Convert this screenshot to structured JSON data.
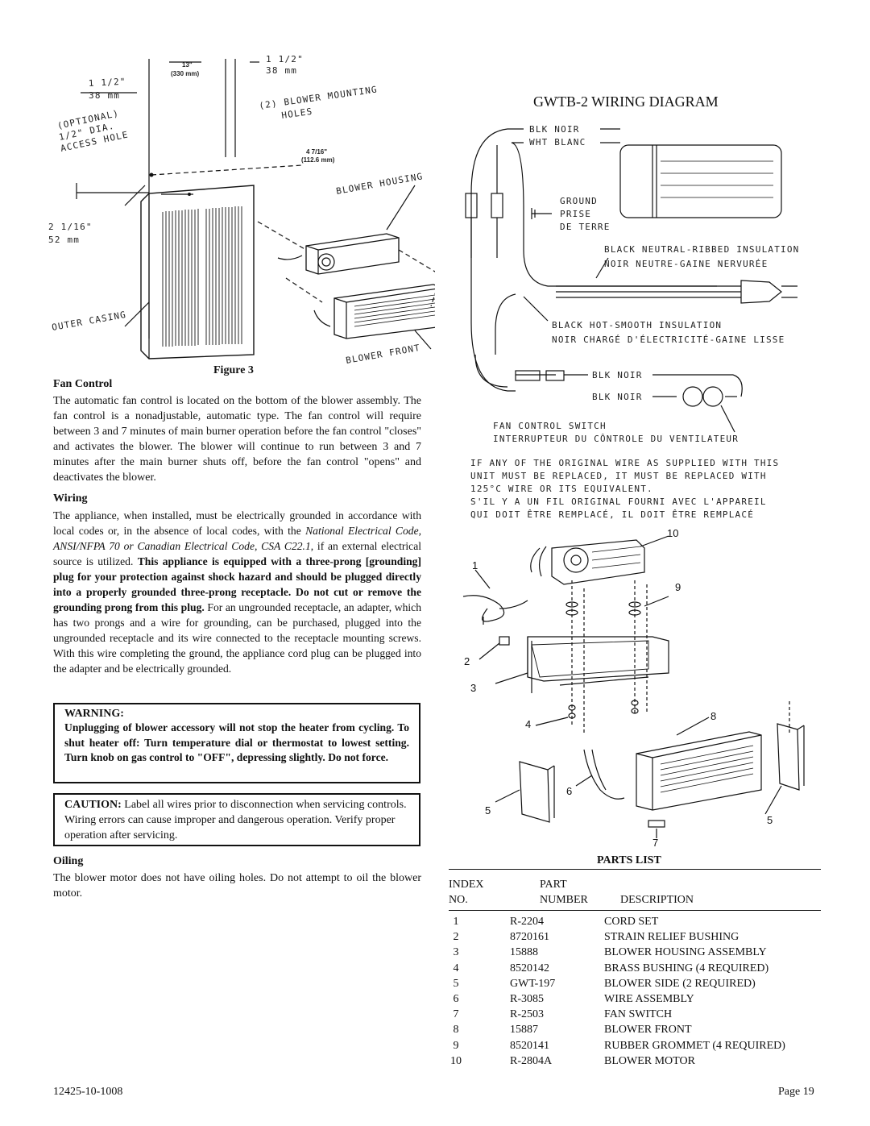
{
  "figure3": {
    "caption": "Figure 3",
    "dims": {
      "width_in": "13\"",
      "width_mm": "(330 mm)",
      "right_in": "1 1/2\"",
      "right_mm": "38 mm",
      "left_in": "1 1/2\"",
      "left_mm": "38 mm",
      "mount_holes_1": "(2) BLOWER MOUNTING",
      "mount_holes_2": "HOLES",
      "access_1": "(OPTIONAL)",
      "access_2": "1/2\" DIA.",
      "access_3": "ACCESS HOLE",
      "height_in": "4 7/16\"",
      "height_mm": "(112.6 mm)",
      "bottom_in": "2 1/16\"",
      "bottom_mm": "52 mm",
      "blower_housing": "BLOWER HOUSING",
      "outer_casing": "OUTER CASING",
      "blower_front": "BLOWER FRONT"
    }
  },
  "fan_control": {
    "heading": "Fan Control",
    "text": "The automatic fan control is located on the bottom of the blower assembly. The fan control is a nonadjustable, automatic type. The fan control will require between 3 and 7 minutes of main burner operation before the fan control \"closes\" and activates the blower. The blower will continue to run between 3 and 7 minutes after the main burner shuts off, before the fan control \"opens\" and deactivates the blower."
  },
  "wiring": {
    "heading": "Wiring",
    "text_1": "The appliance, when installed, must be electrically grounded in accordance with local codes or, in the absence of local codes, with the ",
    "text_italic": "National Electrical Code, ANSI/NFPA 70 or Canadian Electrical Code, CSA C22.1",
    "text_2": ", if an external electrical source is utilized. ",
    "text_bold": "This appliance is equipped with a three-prong [grounding] plug for your protection against shock hazard and should be plugged directly into a properly grounded three-prong receptacle. Do not cut or remove the grounding prong from this plug.",
    "text_3": " For an ungrounded receptacle, an adapter, which has two prongs and a wire for grounding, can be purchased, plugged into the ungrounded receptacle and its wire connected to the receptacle mounting screws. With this wire completing the ground, the appliance cord plug can be plugged into the adapter and be electrically grounded."
  },
  "warning": {
    "title": "WARNING:",
    "text": "Unplugging of blower accessory will not stop the heater from cycling. To shut heater off: Turn temperature dial or thermostat to lowest setting. Turn knob on gas control to \"OFF\", depressing slightly. Do not force."
  },
  "caution": {
    "label": "CAUTION:",
    "text": " Label all wires prior to disconnection when servicing controls. Wiring errors can cause improper and dangerous operation. Verify proper operation after servicing."
  },
  "oiling": {
    "heading": "Oiling",
    "text": "The blower motor does not have oiling holes. Do not attempt to oil the blower motor."
  },
  "wiring_diagram": {
    "title": "GWTB-2 WIRING DIAGRAM",
    "blk_noir": "BLK  NOIR",
    "wht_blanc": "WHT  BLANC",
    "ground_1": "GROUND",
    "ground_2": "PRISE",
    "ground_3": "DE TERRE",
    "black_neutral_1": "BLACK NEUTRAL-RIBBED INSULATION",
    "black_neutral_2": "NOIR NEUTRE-GAINE NERVURÉE",
    "black_hot_1": "BLACK HOT-SMOOTH INSULATION",
    "black_hot_2": "NOIR CHARGÉ D'ÉLECTRICITÉ-GAINE LISSE",
    "blk_noir_2": "BLK  NOIR",
    "blk_noir_3": "BLK  NOIR",
    "fan_switch_1": "FAN CONTROL SWITCH",
    "fan_switch_2": "INTERRUPTEUR DU CÔNTROLE DU VENTILATEUR",
    "notice_1": "IF ANY OF THE ORIGINAL WIRE AS SUPPLIED WITH THIS",
    "notice_2": "UNIT MUST BE REPLACED, IT MUST BE REPLACED WITH",
    "notice_3": "125°C WIRE OR ITS EQUIVALENT.",
    "notice_4": "S'IL Y A UN FIL ORIGINAL FOURNI AVEC L'APPAREIL",
    "notice_5": "QUI DOIT ÊTRE REMPLACÉ, IL DOIT ÊTRE REMPLACÉ"
  },
  "exploded_view": {
    "callouts": [
      "1",
      "2",
      "3",
      "4",
      "5",
      "6",
      "7",
      "8",
      "9",
      "10",
      "5"
    ]
  },
  "parts_list": {
    "title": "PARTS LIST",
    "headers": {
      "index_1": "INDEX",
      "index_2": "NO.",
      "part_1": "PART",
      "part_2": "NUMBER",
      "desc": "DESCRIPTION"
    },
    "rows": [
      {
        "index": "1",
        "part": "R-2204",
        "desc": "CORD SET"
      },
      {
        "index": "2",
        "part": "8720161",
        "desc": "STRAIN RELIEF BUSHING"
      },
      {
        "index": "3",
        "part": "15888",
        "desc": "BLOWER HOUSING ASSEMBLY"
      },
      {
        "index": "4",
        "part": "8520142",
        "desc": "BRASS BUSHING (4 REQUIRED)"
      },
      {
        "index": "5",
        "part": "GWT-197",
        "desc": "BLOWER SIDE (2 REQUIRED)"
      },
      {
        "index": "6",
        "part": "R-3085",
        "desc": "WIRE ASSEMBLY"
      },
      {
        "index": "7",
        "part": "R-2503",
        "desc": "FAN SWITCH"
      },
      {
        "index": "8",
        "part": "15887",
        "desc": "BLOWER FRONT"
      },
      {
        "index": "9",
        "part": "8520141",
        "desc": "RUBBER GROMMET (4 REQUIRED)"
      },
      {
        "index": "10",
        "part": "R-2804A",
        "desc": "BLOWER MOTOR"
      }
    ]
  },
  "footer": {
    "doc_number": "12425-10-1008",
    "page": "Page 19"
  }
}
